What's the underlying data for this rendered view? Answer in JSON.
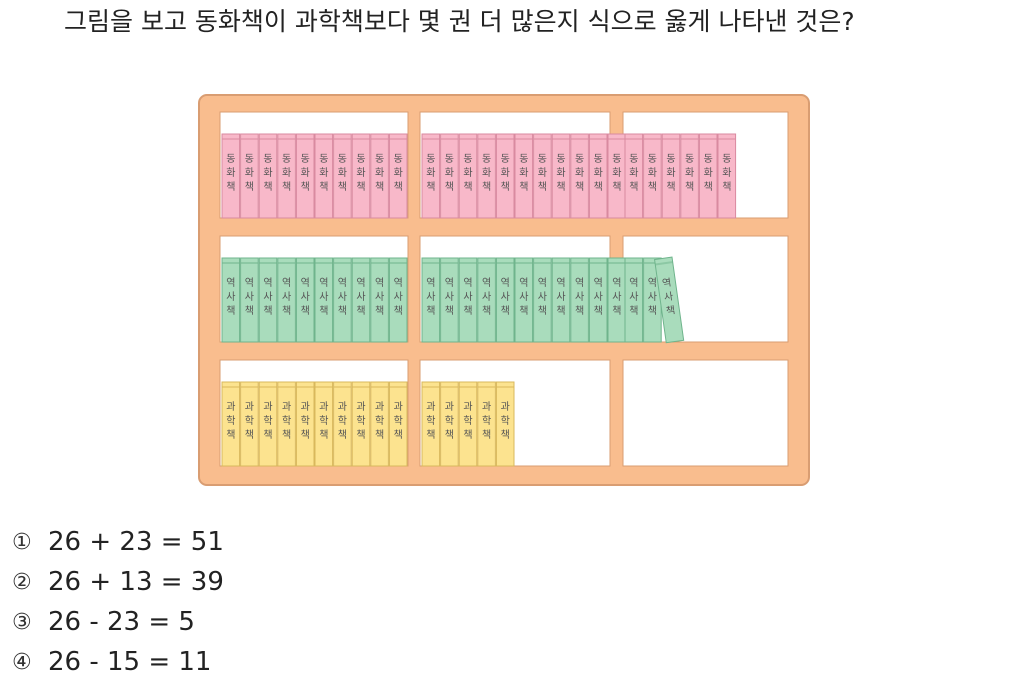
{
  "question": {
    "text": "그림을 보고 동화책이 과학책보다 몇 권 더 많은지 식으로 옳게 나타낸 것은?"
  },
  "figure": {
    "colors": {
      "frame": "#f9bd8e",
      "frame_border": "#d99d72",
      "storybook": "#f8b8c9",
      "storybook_border": "#d98aa0",
      "history": "#a9dcbc",
      "history_border": "#6fb48c",
      "science": "#fce38f",
      "science_border": "#d9b85c"
    },
    "shelves": [
      {
        "book_label": "동화책",
        "cells": [
          10,
          11,
          6
        ],
        "kind": "storybook"
      },
      {
        "book_label": "역사책",
        "cells": [
          10,
          11,
          3
        ],
        "kind": "history"
      },
      {
        "book_label": "과학책",
        "cells": [
          10,
          5,
          0
        ],
        "kind": "science"
      }
    ]
  },
  "choices": [
    {
      "mark": "①",
      "expression": "26 + 23 = 51"
    },
    {
      "mark": "②",
      "expression": "26 + 13 = 39"
    },
    {
      "mark": "③",
      "expression": "26 - 23 = 5"
    },
    {
      "mark": "④",
      "expression": "26 - 15 = 11"
    }
  ]
}
